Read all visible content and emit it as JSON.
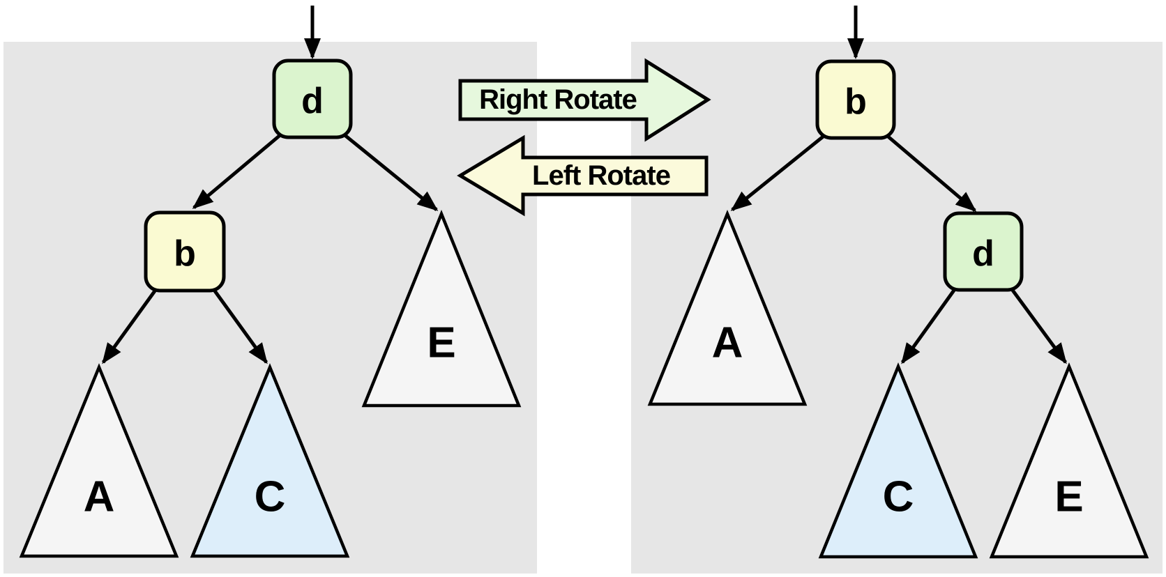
{
  "colors": {
    "panel_bg": "#e6e6e6",
    "node_green": "#dbf4ce",
    "node_yellow": "#fafad2",
    "subtree_gray": "#f5f5f5",
    "subtree_blue": "#ddeefa",
    "arrow_green": "#e6f8dd",
    "arrow_yellow": "#fbfadb",
    "line": "#000000"
  },
  "rotate_controls": {
    "right_rotate_label": "Right Rotate",
    "left_rotate_label": "Left Rotate"
  },
  "before_tree": {
    "root": "d",
    "left_child": "b",
    "subtree_a": "A",
    "subtree_c": "C",
    "subtree_e": "E"
  },
  "after_tree": {
    "root": "b",
    "right_child": "d",
    "subtree_a": "A",
    "subtree_c": "C",
    "subtree_e": "E"
  }
}
